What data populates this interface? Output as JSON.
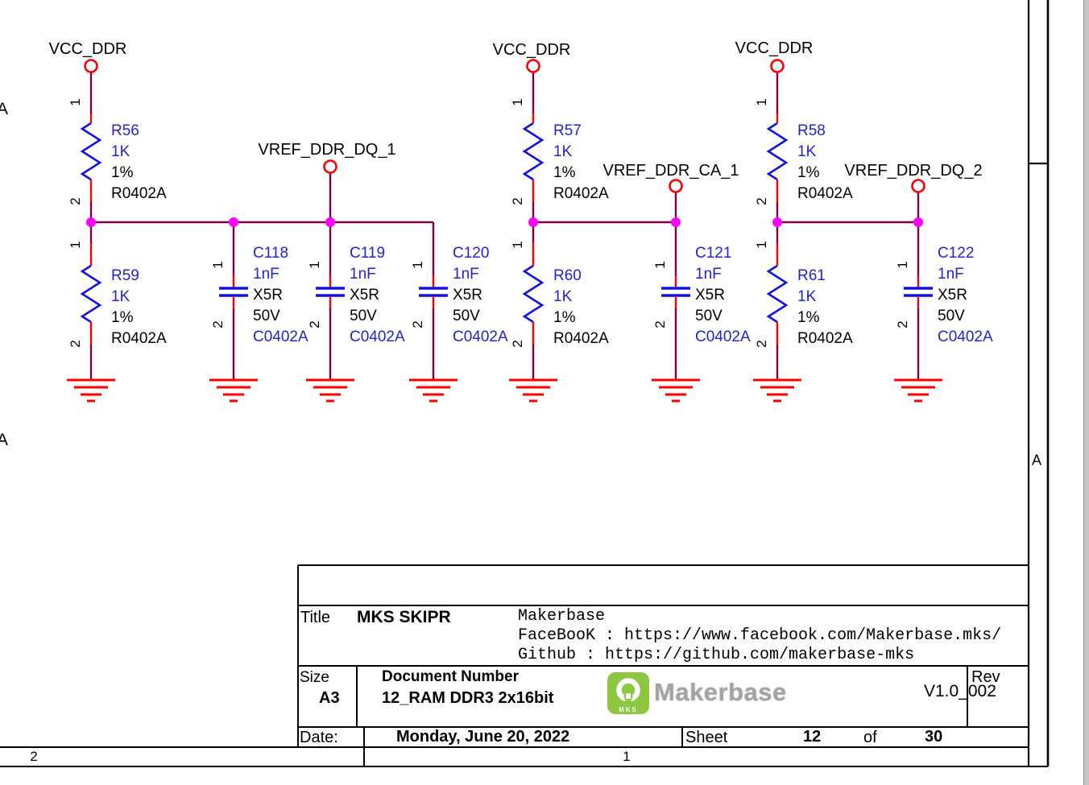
{
  "pins": {
    "p1": "1",
    "p2": "2"
  },
  "zones": {
    "left_top": "A",
    "left_bottom": "A",
    "right": "A",
    "bottom_left": "2",
    "bottom_right": "1"
  },
  "groups": [
    {
      "vcc": "VCC_DDR",
      "vref": "VREF_DDR_DQ_1",
      "r_top": {
        "ref": "R56",
        "value": "1K",
        "tol": "1%",
        "fp": "R0402A"
      },
      "r_bot": {
        "ref": "R59",
        "value": "1K",
        "tol": "1%",
        "fp": "R0402A"
      },
      "caps": [
        {
          "ref": "C118",
          "value": "1nF",
          "type": "X5R",
          "volt": "50V",
          "fp": "C0402A"
        },
        {
          "ref": "C119",
          "value": "1nF",
          "type": "X5R",
          "volt": "50V",
          "fp": "C0402A"
        },
        {
          "ref": "C120",
          "value": "1nF",
          "type": "X5R",
          "volt": "50V",
          "fp": "C0402A"
        }
      ]
    },
    {
      "vcc": "VCC_DDR",
      "vref": "VREF_DDR_CA_1",
      "r_top": {
        "ref": "R57",
        "value": "1K",
        "tol": "1%",
        "fp": "R0402A"
      },
      "r_bot": {
        "ref": "R60",
        "value": "1K",
        "tol": "1%",
        "fp": "R0402A"
      },
      "caps": [
        {
          "ref": "C121",
          "value": "1nF",
          "type": "X5R",
          "volt": "50V",
          "fp": "C0402A"
        }
      ]
    },
    {
      "vcc": "VCC_DDR",
      "vref": "VREF_DDR_DQ_2",
      "r_top": {
        "ref": "R58",
        "value": "1K",
        "tol": "1%",
        "fp": "R0402A"
      },
      "r_bot": {
        "ref": "R61",
        "value": "1K",
        "tol": "1%",
        "fp": "R0402A"
      },
      "caps": [
        {
          "ref": "C122",
          "value": "1nF",
          "type": "X5R",
          "volt": "50V",
          "fp": "C0402A"
        }
      ]
    }
  ],
  "title_block": {
    "title_label": "Title",
    "title": "MKS SKIPR",
    "info_line1": "Makerbase",
    "info_line2": "FaceBooK : https://www.facebook.com/Makerbase.mks/",
    "info_line3": "Github : https://github.com/makerbase-mks",
    "size_label": "Size",
    "size": "A3",
    "doc_label": "Document Number",
    "doc": "12_RAM DDR3 2x16bit",
    "rev_label": "Rev",
    "rev": "V1.0_002",
    "date_label": "Date:",
    "date": "Monday, June 20, 2022",
    "sheet_label": "Sheet",
    "sheet": "12",
    "of_label": "of",
    "total": "30",
    "logo_text": "Makerbase",
    "logo_mks": "MKS"
  },
  "colors": {
    "wire": "#7b0045",
    "power": "#ff0000",
    "component": "#1212e2",
    "junction": "#ff00ff",
    "logo_green": "#8dc63f"
  }
}
